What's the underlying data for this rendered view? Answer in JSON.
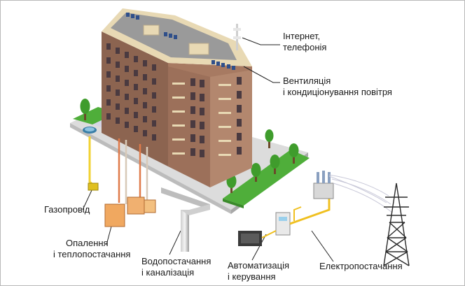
{
  "labels": {
    "internet": [
      "Інтернет,",
      "телефонія"
    ],
    "ventilation": [
      "Вентиляція",
      "і кондиціонування повітря"
    ],
    "gas": [
      "Газопровід"
    ],
    "heating": [
      "Опалення",
      "і теплопостачання"
    ],
    "water": [
      "Водопостачання",
      "і каналізація"
    ],
    "automation": [
      "Автоматизація",
      "і керування"
    ],
    "power": [
      "Електропостачання"
    ]
  },
  "colors": {
    "building_wall": "#9a6e58",
    "building_trim": "#e8d9b4",
    "ground_top": "#e3e3e3",
    "lawn": "#4fae3a",
    "gas_pipe": "#f2d232",
    "water_pipe": "#a8a8a8",
    "heating_pipe": "#e07a4a",
    "power_cable": "#f0c020"
  }
}
